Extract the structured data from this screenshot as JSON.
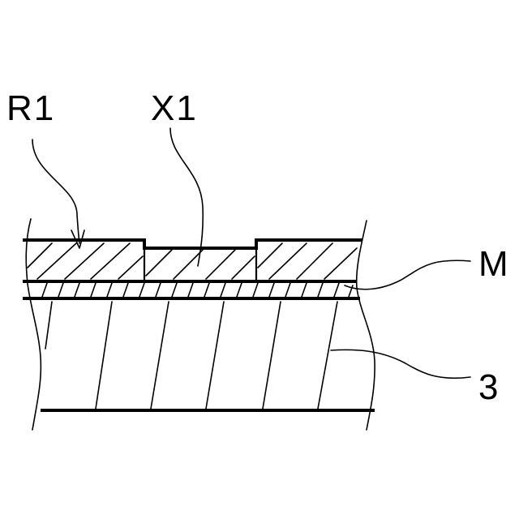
{
  "labels": {
    "r1": "R1",
    "x1": "X1",
    "m": "M",
    "three": "3"
  },
  "colors": {
    "line": "#000000",
    "background": "#ffffff"
  }
}
